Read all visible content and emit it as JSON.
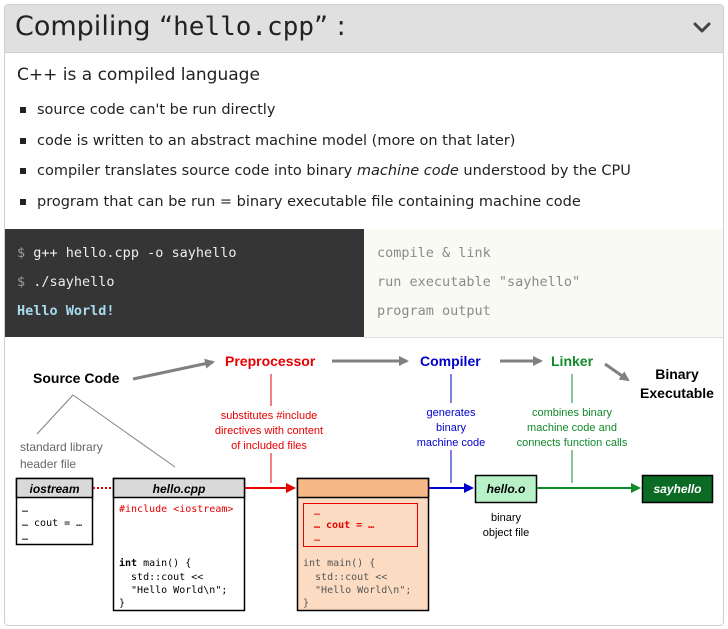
{
  "header": {
    "title_prefix": "Compiling “",
    "title_file": "hello.cpp",
    "title_suffix": "” :",
    "toggle_icon": "chevron-down-icon"
  },
  "intro": {
    "heading": "C++ is a compiled language",
    "bullets": [
      {
        "text": "source code can't be run directly"
      },
      {
        "text": "code is written to an abstract machine model (more on that later)"
      },
      {
        "pre": "compiler translates source code into binary ",
        "em": "machine code",
        "post": " understood by the CPU"
      },
      {
        "text": "program that can be run = binary executable file containing machine code"
      }
    ]
  },
  "terminal": {
    "prompt": "$",
    "cmd1": "g++ hello.cpp -o sayhello",
    "cmd2": "./sayhello",
    "output": "Hello World!",
    "note1": "compile & link",
    "note2": "run executable \"sayhello\"",
    "note3": "program output"
  },
  "diagram": {
    "source_code": "Source Code",
    "preprocessor": "Preprocessor",
    "compiler": "Compiler",
    "linker": "Linker",
    "binary_exec_1": "Binary",
    "binary_exec_2": "Executable",
    "stdlib_1": "standard library",
    "stdlib_2": "header file",
    "pre_desc": [
      "substitutes #include",
      "directives with content",
      "of included files"
    ],
    "comp_desc": [
      "generates",
      "binary",
      "machine code"
    ],
    "link_desc": [
      "combines binary",
      "machine code and",
      "connects function calls"
    ],
    "iostream_title": "iostream",
    "iostream_lines": [
      "…",
      "… cout = …",
      "…"
    ],
    "hellocpp_title": "hello.cpp",
    "hellocpp_include": "#include <iostream>",
    "code_main_kw": "int",
    "code_main_rest": " main() {",
    "code_cout": "  std::cout <<",
    "code_str": "  \"Hello World\\n\";",
    "code_close": "}",
    "pp_inc_lines": [
      "…",
      "… cout = …",
      "…"
    ],
    "pp_code_main": "int main() {",
    "pp_code_cout": "  std::cout <<",
    "pp_code_str": "  \"Hello World\\n\";",
    "pp_code_close": "}",
    "helloo": "hello.o",
    "obj_1": "binary",
    "obj_2": "object file",
    "sayhello": "sayhello"
  },
  "colors": {
    "preprocessor": "#e60000",
    "compiler": "#0000cc",
    "linker": "#118a2a",
    "arrow_gray": "#808080",
    "pp_fill": "#fbdcc2",
    "pp_header": "#f7b887",
    "obj_fill": "#b8f0c8",
    "exe_fill": "#0b6a24"
  }
}
